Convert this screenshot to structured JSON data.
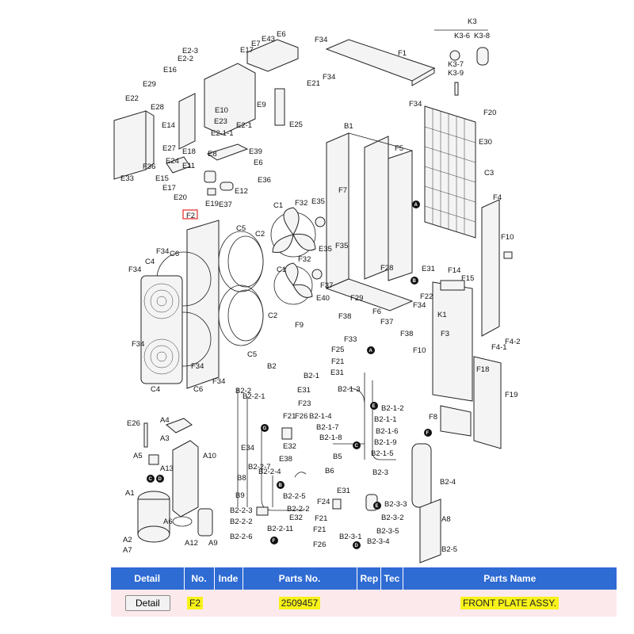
{
  "diagram": {
    "labels": [
      "K3",
      "K3-6",
      "K3-8",
      "K3-7",
      "K3-9",
      "F34",
      "F1",
      "F34",
      "F34",
      "E6",
      "E43",
      "E7",
      "E17",
      "E2-3",
      "E2-2",
      "E16",
      "E29",
      "E28",
      "E22",
      "E14",
      "E27",
      "E10",
      "E23",
      "E2-1",
      "E2-1-1",
      "E8",
      "E9",
      "E21",
      "E25",
      "E18",
      "E11",
      "E24",
      "E15",
      "E17",
      "E20",
      "E19",
      "E33",
      "F36",
      "E39",
      "E6",
      "E36",
      "E12",
      "E37",
      "F20",
      "E30",
      "C3",
      "B1",
      "F5",
      "F7",
      "E35",
      "F32",
      "C1",
      "C5",
      "C2",
      "F2",
      "F34",
      "C4",
      "C6",
      "F34",
      "F34",
      "F35",
      "E35",
      "F32",
      "C1",
      "C2",
      "F28",
      "F37",
      "E40",
      "F29",
      "F38",
      "F9",
      "F6",
      "F37",
      "F33",
      "E31",
      "K1",
      "F14",
      "F15",
      "F22",
      "F34",
      "F4",
      "F10",
      "F3",
      "F38",
      "F4-1",
      "F4-2",
      "F10",
      "F18",
      "F19",
      "F8",
      "C6",
      "C5",
      "F34",
      "C4",
      "F34",
      "B2",
      "F25",
      "F21",
      "E31",
      "B2-1",
      "E31",
      "F23",
      "B2-1-3",
      "B2-2",
      "B2-2-1",
      "F21",
      "F26",
      "B2-1-2",
      "B2-1-4",
      "B2-1-1",
      "B2-1-7",
      "B2-1-6",
      "B2-1-8",
      "B2-1-9",
      "E34",
      "E32",
      "B5",
      "B2-1-5",
      "E38",
      "B6",
      "B2-2-7",
      "B2-2-4",
      "B8",
      "B9",
      "B2-3",
      "E26",
      "A4",
      "A3",
      "A5",
      "A13",
      "A10",
      "A1",
      "A6",
      "A12",
      "A9",
      "A2",
      "A7",
      "B2-2-5",
      "B2-2-3",
      "B2-2-2",
      "B2-2-2",
      "F21",
      "E31",
      "F24",
      "B2-3-3",
      "B2-2-11",
      "E32",
      "F21",
      "B2-2-6",
      "F26",
      "B2-3-2",
      "B2-3-5",
      "B2-3-1",
      "B2-3-4",
      "B2-4",
      "A8",
      "B2-5"
    ]
  },
  "table": {
    "headers": [
      "Detail",
      "No.",
      "Inde",
      "Parts No.",
      "Rep",
      "Tec",
      "Parts Name"
    ],
    "row": {
      "button_label": "Detail",
      "no": "F2",
      "index": "",
      "parts_no": "2509457",
      "rep": "",
      "tec": "",
      "parts_name": "FRONT PLATE ASSY."
    }
  },
  "colors": {
    "header_bg": "#2e6bd3",
    "row_bg": "#fbe9ec",
    "highlight": "#f7f21a",
    "selected_box": "#e53935"
  }
}
